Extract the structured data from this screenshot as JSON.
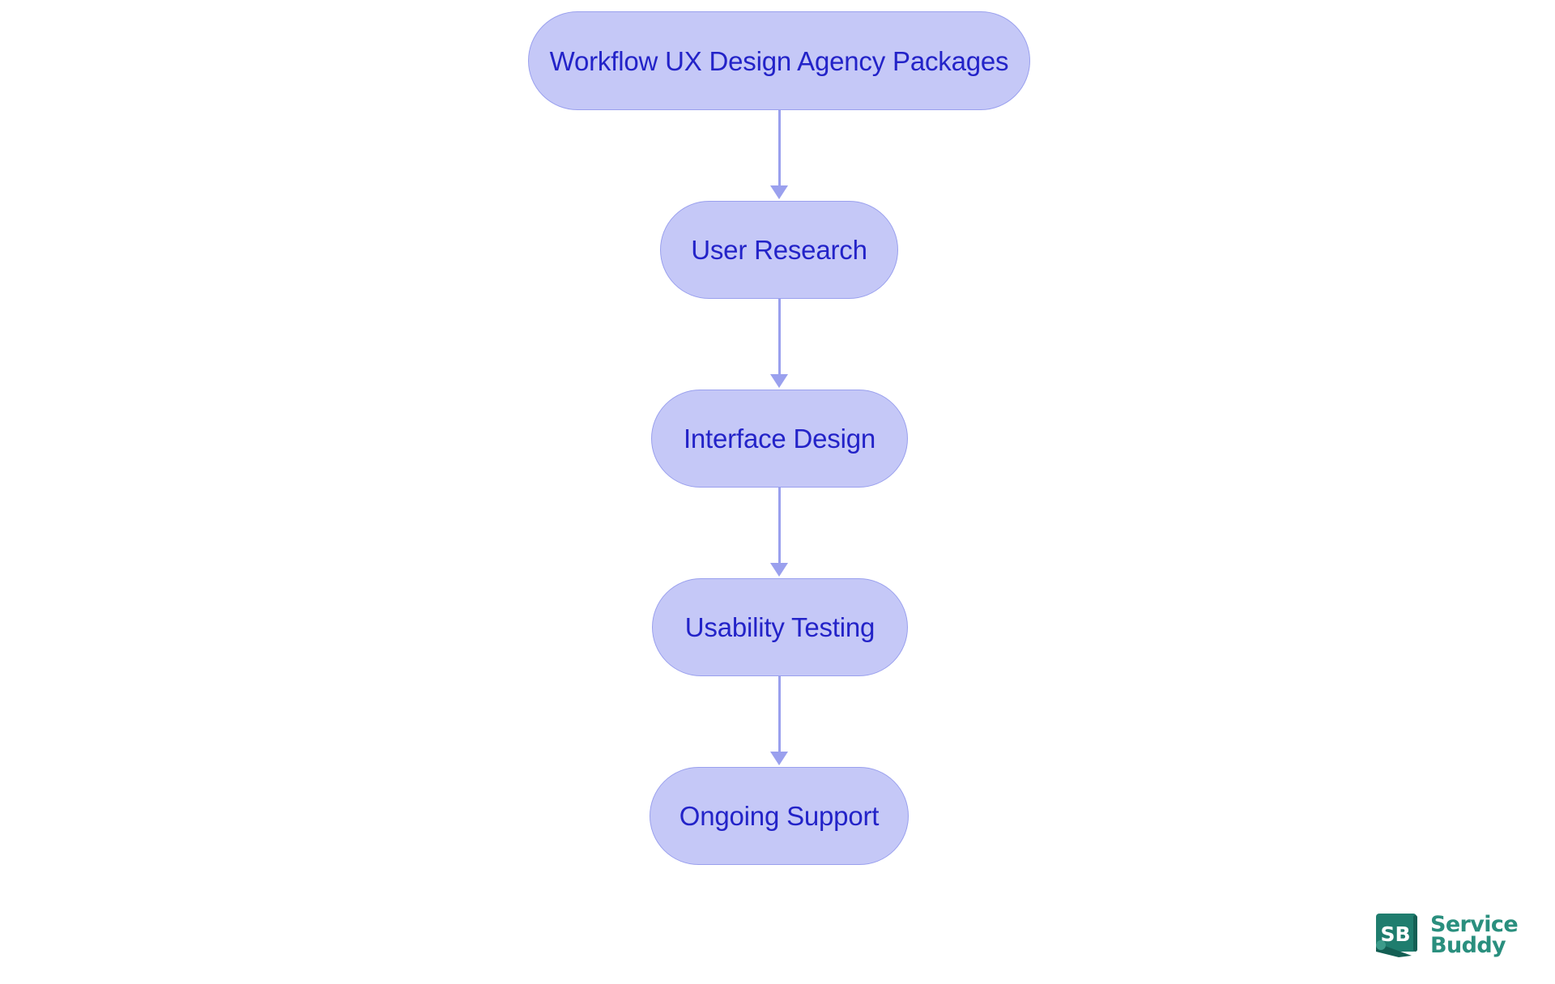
{
  "diagram": {
    "type": "flowchart",
    "orientation": "top-to-bottom",
    "background_color": "#ffffff",
    "node_fill_color": "#c5c8f7",
    "node_border_color": "#9aa0ee",
    "node_text_color": "#2323c8",
    "edge_color": "#9aa0ee",
    "title": "Workflow UX Design Agency Packages",
    "nodes": [
      {
        "id": "n0",
        "label": "Workflow UX Design Agency Packages",
        "role": "title-node"
      },
      {
        "id": "n1",
        "label": "User Research",
        "role": "step"
      },
      {
        "id": "n2",
        "label": "Interface Design",
        "role": "step"
      },
      {
        "id": "n3",
        "label": "Usability Testing",
        "role": "step"
      },
      {
        "id": "n4",
        "label": "Ongoing Support",
        "role": "step"
      }
    ],
    "edges": [
      {
        "from": "n0",
        "to": "n1",
        "arrow": "down-arrow"
      },
      {
        "from": "n1",
        "to": "n2",
        "arrow": "down-arrow"
      },
      {
        "from": "n2",
        "to": "n3",
        "arrow": "down-arrow"
      },
      {
        "from": "n3",
        "to": "n4",
        "arrow": "down-arrow"
      }
    ]
  },
  "branding": {
    "mark_text": "SB",
    "name_line_1": "Service",
    "name_line_2": "Buddy",
    "mark_color": "#1f7d6e",
    "mark_color_dark": "#145f54",
    "text_color": "#2a8f7e"
  }
}
